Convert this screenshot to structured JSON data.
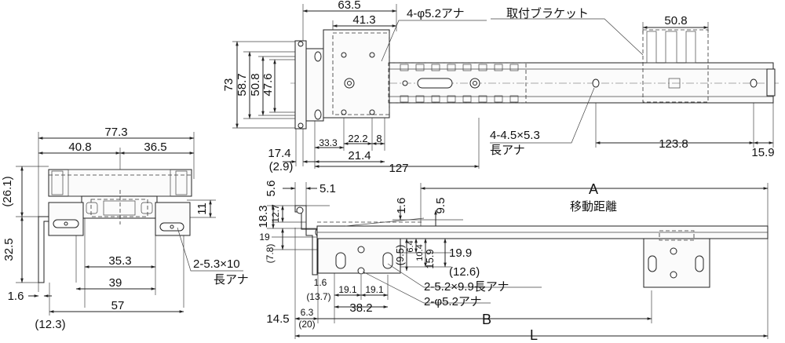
{
  "side_view": {
    "dims": {
      "width_77_3": "77.3",
      "w_40_8": "40.8",
      "w_36_5": "36.5",
      "h_26_1": "(26.1)",
      "h_11": "11",
      "h_32_5": "32.5",
      "w_35_3": "35.3",
      "w_39": "39",
      "w_1_6": "1.6",
      "w_57": "57",
      "w_12_3": "(12.3)"
    },
    "note_slot": "2-5.3×10",
    "note_slot_2": "長アナ"
  },
  "top_view": {
    "dims": {
      "w_63_5": "63.5",
      "w_41_3": "41.3",
      "h_73": "73",
      "h_58_7": "58.7",
      "h_50_8": "50.8",
      "h_47_6": "47.6",
      "w_33_3": "33.3",
      "w_22_2": "22.2",
      "w_8": "8",
      "w_17_4": "17.4",
      "w_2_9": "(2.9)",
      "w_21_4": "21.4",
      "w_127": "127",
      "w_50_8": "50.8",
      "w_123_8": "123.8",
      "w_15_9": "15.9"
    },
    "note_holes": "4-φ5.2アナ",
    "note_bracket": "取付ブラケット",
    "note_slots": "4-4.5×5.3",
    "note_slots_2": "長アナ"
  },
  "front_view": {
    "dims": {
      "A": "A",
      "travel": "移動距離",
      "v_5_6": "5.6",
      "v_5_1": "5.1",
      "v_18_3": "18.3",
      "v_12_7": "12.7",
      "v_1_6a": "1.6",
      "v_9_5": "9.5",
      "v_19": "19",
      "v_7_8": "(7.8)",
      "v_9_5p": "(9.5)",
      "v_6_4": "6.4",
      "v_10_4": "10.4",
      "v_15_9": "15.9",
      "v_19_9": "19.9",
      "v_12_6": "(12.6)",
      "v_1_6b": "1.6",
      "v_13_7": "(13.7)",
      "w_19_1a": "19.1",
      "w_19_1b": "19.1",
      "w_38_2": "38.2",
      "w_14_5": "14.5",
      "w_6_3": "6.3",
      "w_20": "(20)",
      "B": "B",
      "L": "L"
    },
    "note_slots": "2-5.2×9.9長アナ",
    "note_holes": "2-φ5.2アナ"
  }
}
